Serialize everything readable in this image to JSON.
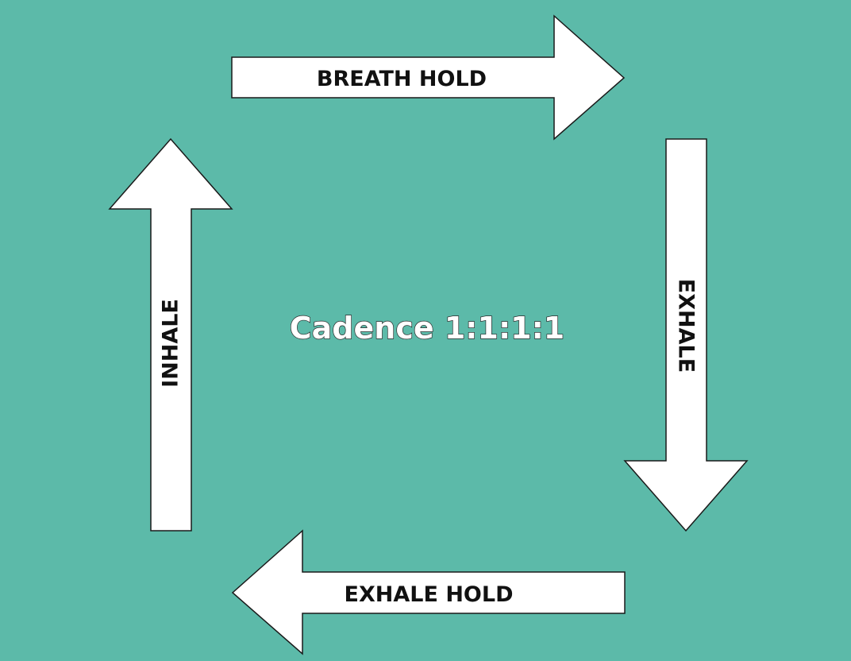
{
  "diagram": {
    "background_color": "#5cbaa9",
    "center_label": "Cadence 1:1:1:1",
    "steps": [
      {
        "label": "BREATH HOLD",
        "direction": "right"
      },
      {
        "label": "EXHALE",
        "direction": "down"
      },
      {
        "label": "EXHALE HOLD",
        "direction": "left"
      },
      {
        "label": "INHALE",
        "direction": "up"
      }
    ]
  }
}
